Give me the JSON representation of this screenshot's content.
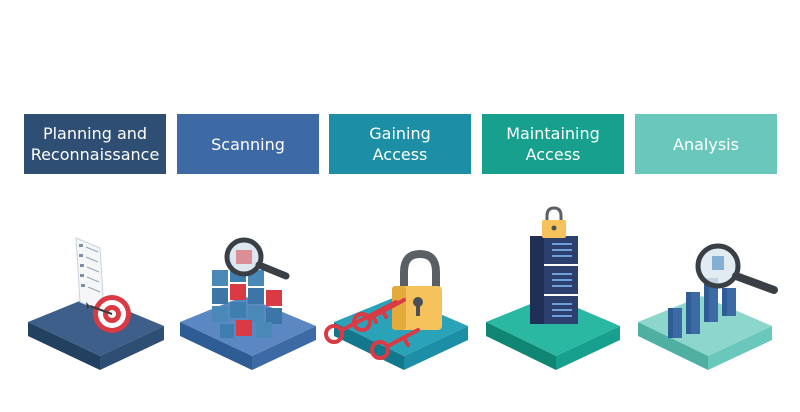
{
  "stages": [
    {
      "label": "Planning and\nReconnaissance",
      "color": "#2e4e73",
      "icon": "target-checklist-icon"
    },
    {
      "label": "Scanning",
      "color": "#3d6aa5",
      "icon": "magnifier-cubes-icon"
    },
    {
      "label": "Gaining\nAccess",
      "color": "#1c8fa6",
      "icon": "padlock-keys-icon"
    },
    {
      "label": "Maintaining\nAccess",
      "color": "#17a08e",
      "icon": "server-stack-lock-icon"
    },
    {
      "label": "Analysis",
      "color": "#69c8bb",
      "icon": "magnifier-bar-chart-icon"
    }
  ],
  "colors": {
    "accent_red": "#d93a43",
    "lock_yellow": "#f5c25b",
    "lock_gray": "#5a5f66",
    "server_navy": "#2c3f6e"
  }
}
